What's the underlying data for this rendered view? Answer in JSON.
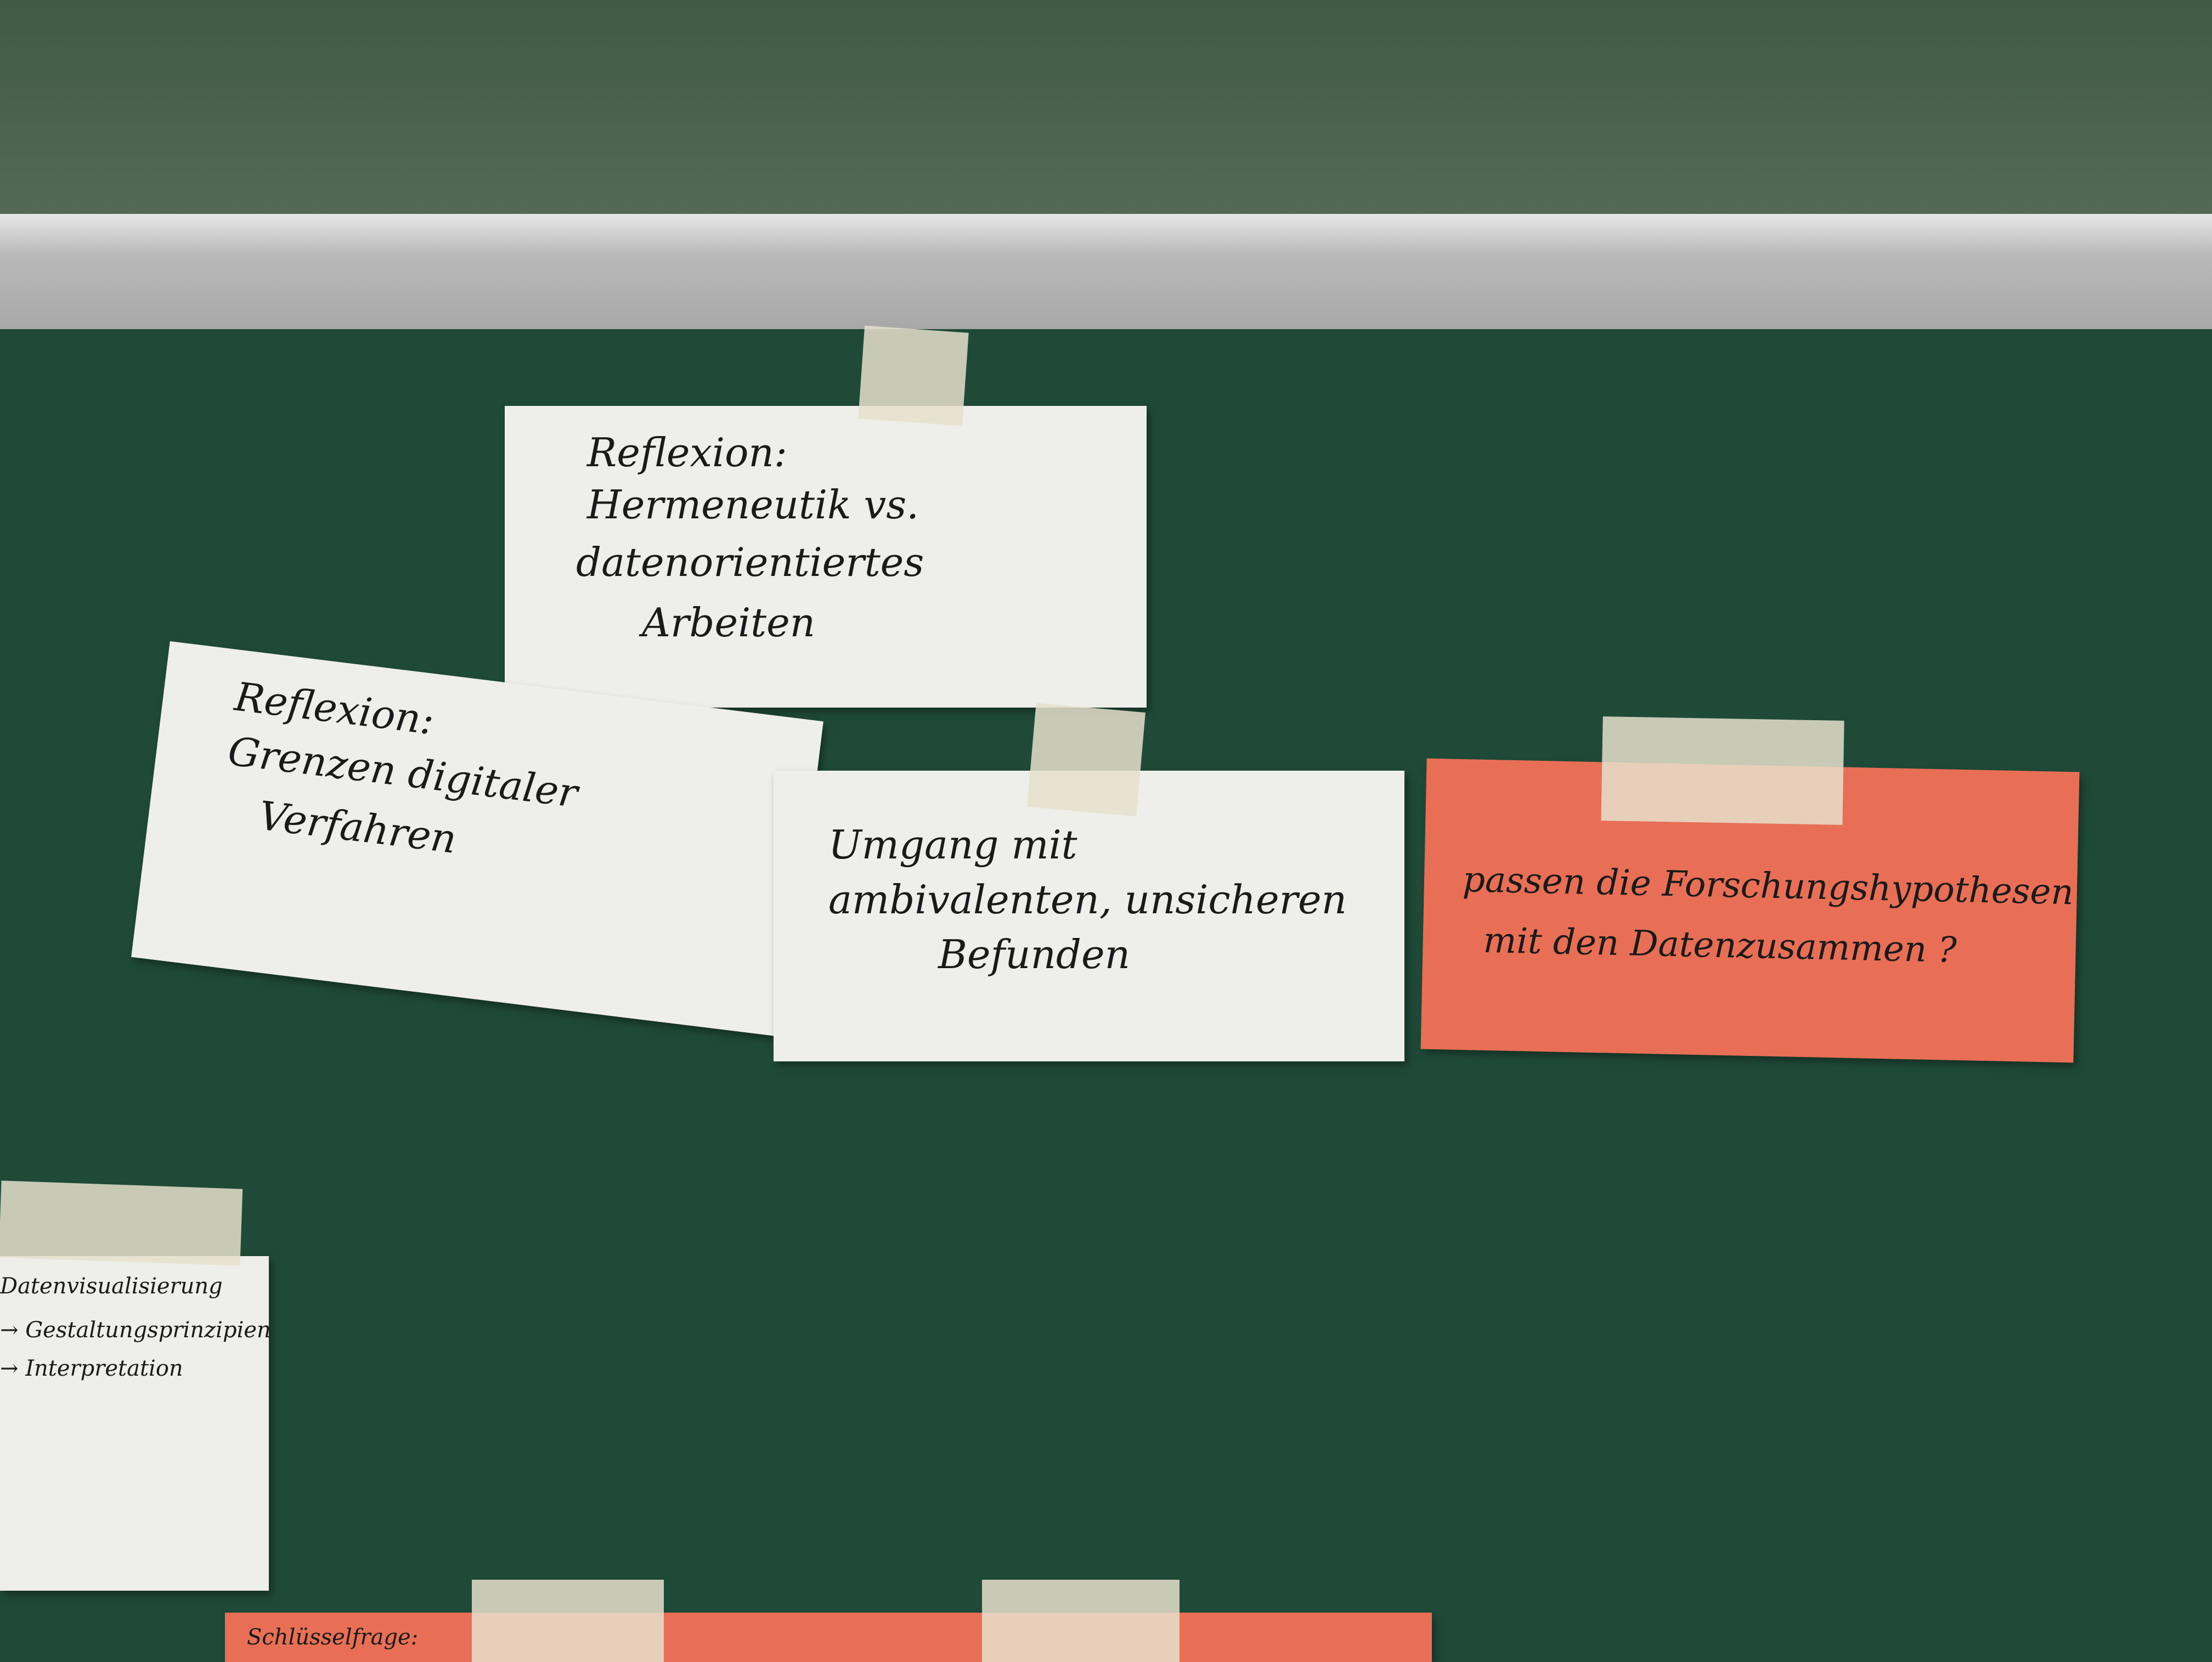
{
  "cards": [
    {
      "id": "card1",
      "lines": [
        "Reflexion:",
        "Hermeneutik vs.",
        "datenorientiertes",
        "Arbeiten"
      ]
    },
    {
      "id": "card2",
      "lines": [
        "Reflexion:",
        "Grenzen digitaler",
        "Verfahren"
      ]
    },
    {
      "id": "card3",
      "lines": [
        "Umgang mit",
        "ambivalenten, unsicheren",
        "Befunden"
      ]
    },
    {
      "id": "card4",
      "lines": [
        "passen die Forschungshypothesen",
        "mit den Datenzusammen ?"
      ]
    },
    {
      "id": "card5",
      "lines": [
        "Datenvisualisierung",
        "→ Gestaltungsprinzipien",
        "→ Interpretation"
      ]
    },
    {
      "id": "card6",
      "lines": [
        "Schlüsselfrage:"
      ]
    }
  ],
  "colors": {
    "board": "#1f4a38",
    "white_card": "#eeeeea",
    "salmon_card": "#e86f55",
    "rail": "#b9b9b9"
  }
}
